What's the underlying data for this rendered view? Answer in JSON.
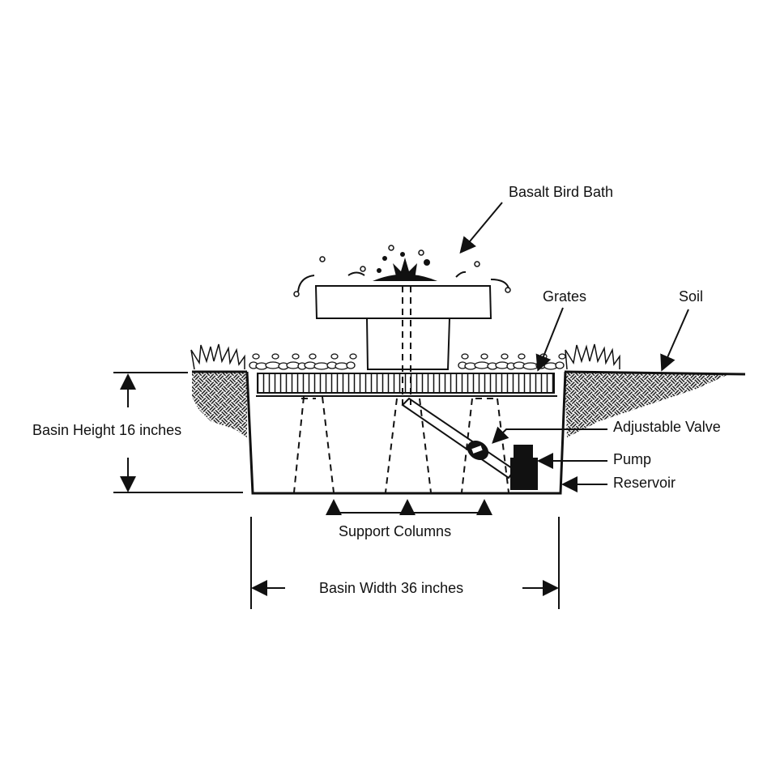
{
  "labels": {
    "bird_bath": "Basalt Bird Bath",
    "grates": "Grates",
    "soil": "Soil",
    "basin_height": "Basin Height 16 inches",
    "adjustable_valve": "Adjustable Valve",
    "pump": "Pump",
    "reservoir": "Reservoir",
    "support_columns": "Support Columns",
    "basin_width": "Basin Width 36 inches"
  },
  "colors": {
    "ink": "#111111",
    "background": "#ffffff"
  }
}
